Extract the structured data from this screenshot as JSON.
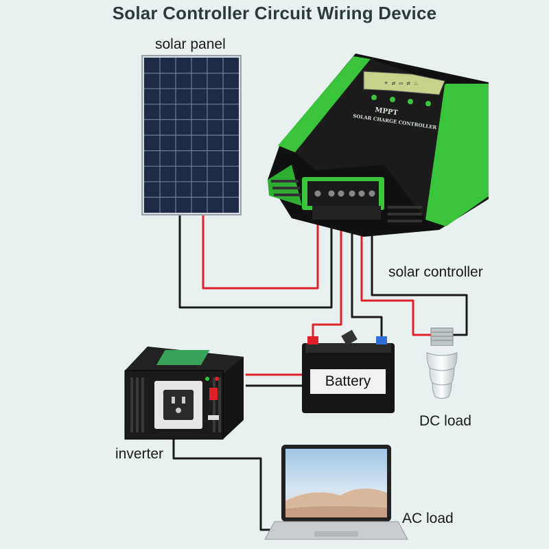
{
  "title": "Solar Controller Circuit Wiring Device",
  "labels": {
    "solar_panel": "solar panel",
    "solar_controller": "solar controller",
    "battery": "Battery",
    "dc_load": "DC load",
    "inverter": "inverter",
    "ac_load": "AC load"
  },
  "controller_text": {
    "brand": "MPPT",
    "name": "SOLAR CHARGE CONTROLLER"
  },
  "colors": {
    "background": "#e9f1f0",
    "controller_green": "#39c43c",
    "wire_red": "#e0202a",
    "wire_black": "#1a1a1a",
    "panel_blue": "#1f2a44"
  }
}
